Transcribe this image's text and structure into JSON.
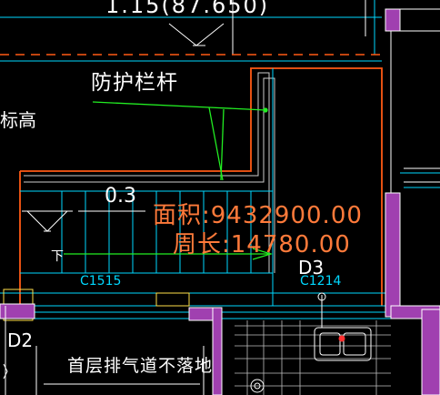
{
  "drawing": {
    "elevation_text": "1.15(87.650)",
    "rail_label": "防护栏杆",
    "elevation_label": "标高",
    "slope_text": "0.3",
    "area_readout": "面积:9432900.00",
    "perimeter_readout": "周长:14780.00",
    "down_marker": "下",
    "window_left": "C1515",
    "window_right": "C1214",
    "door_right": "D3",
    "door_left": "D2",
    "shaft_note": "首层排气道不落地"
  },
  "colors": {
    "background": "#000000",
    "wall": "#ff5a14",
    "hatch_cyan": "#00d8ff",
    "leader_green": "#22ee22",
    "column_purple": "#a040b0",
    "readout_orange": "#ff7a3a",
    "text_white": "#ffffff"
  }
}
